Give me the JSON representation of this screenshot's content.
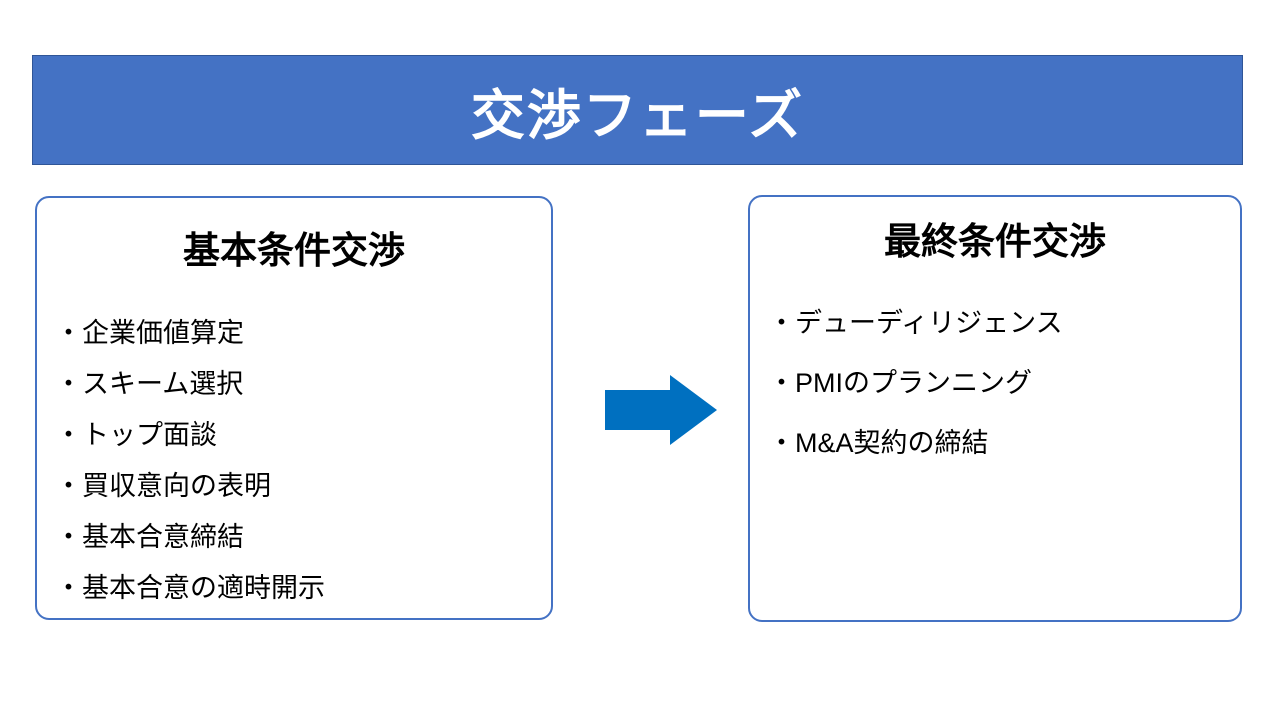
{
  "slide": {
    "title": "交渉フェーズ"
  },
  "left_box": {
    "title": "基本条件交渉",
    "items": [
      "・企業価値算定",
      "・スキーム選択",
      "・トップ面談",
      "・買収意向の表明",
      "・基本合意締結",
      "・基本合意の適時開示"
    ]
  },
  "right_box": {
    "title": "最終条件交渉",
    "items": [
      "・デューディリジェンス",
      "・PMIのプランニング",
      "・M&A契約の締結"
    ]
  },
  "arrow": {
    "icon": "right-arrow",
    "direction": "right"
  },
  "colors": {
    "banner_fill": "#4472C4",
    "banner_border": "#2F5597",
    "banner_text": "#FFFFFF",
    "box_border": "#4472C4",
    "body_text": "#000000",
    "arrow_fill": "#0070C0"
  }
}
